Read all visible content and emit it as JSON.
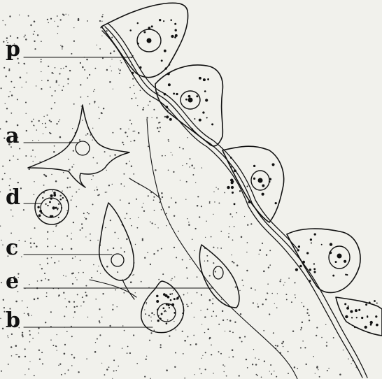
{
  "labels": {
    "p": "p",
    "a": "a",
    "d": "d",
    "c": "c",
    "e": "e",
    "b": "b"
  },
  "colors": {
    "paper": "#f1f1ec",
    "ink": "#111111",
    "stipple": "#444444"
  }
}
